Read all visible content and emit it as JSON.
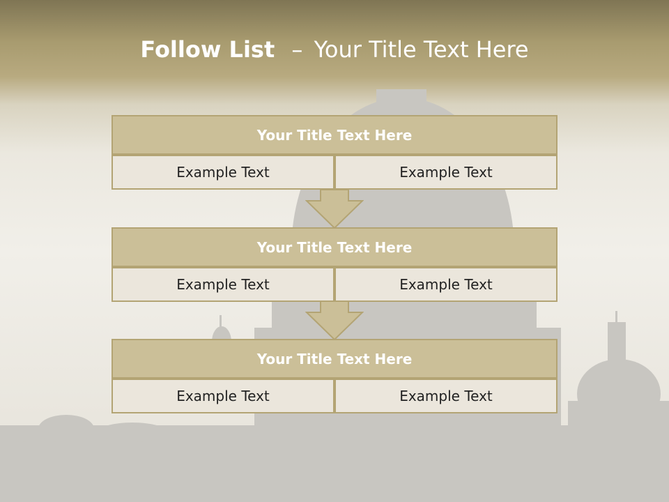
{
  "slide": {
    "title_bold": "Follow List",
    "title_dash": "–",
    "title_rest": "Your Title Text Here"
  },
  "blocks": [
    {
      "title": "Your Title Text Here",
      "left": "Example Text",
      "right": "Example Text"
    },
    {
      "title": "Your Title Text Here",
      "left": "Example Text",
      "right": "Example Text"
    },
    {
      "title": "Your Title Text Here",
      "left": "Example Text",
      "right": "Example Text"
    }
  ],
  "colors": {
    "header_fill": "#cbbf98",
    "border": "#b3a474",
    "cell_fill": "#ebe6dc",
    "arrow_fill": "#cbbf98"
  },
  "icons": [
    "down-arrow-icon",
    "down-arrow-icon"
  ]
}
